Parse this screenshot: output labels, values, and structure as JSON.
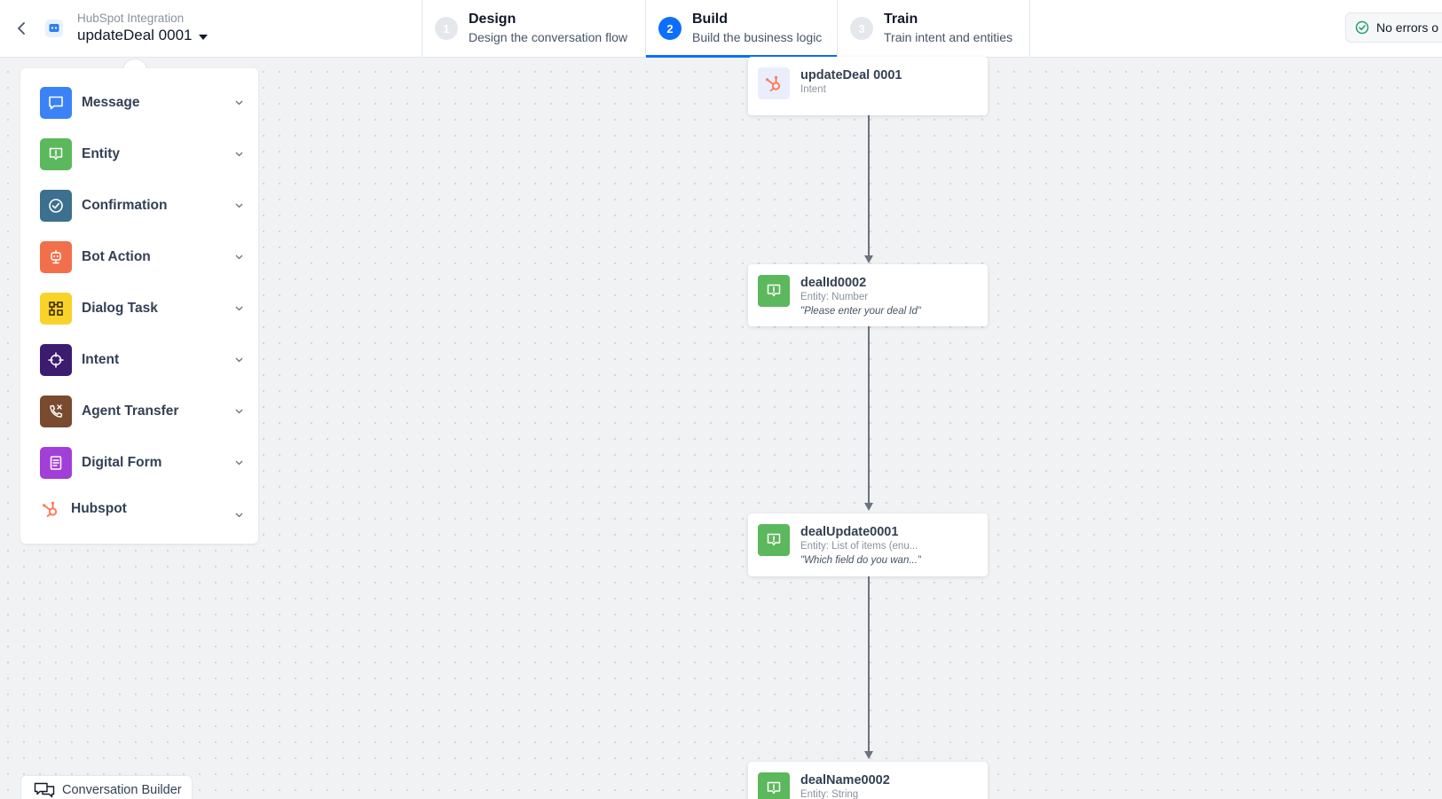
{
  "header": {
    "subtitle": "HubSpot Integration",
    "title": "updateDeal 0001",
    "steps": [
      {
        "num": "1",
        "title": "Design",
        "desc": "Design the conversation flow",
        "active": false
      },
      {
        "num": "2",
        "title": "Build",
        "desc": "Build the business logic",
        "active": true
      },
      {
        "num": "3",
        "title": "Train",
        "desc": "Train intent and entities",
        "active": false
      }
    ],
    "status": "No errors o"
  },
  "panel": {
    "items": [
      {
        "label": "Message",
        "icon": "message-icon",
        "color": "#3b82f6"
      },
      {
        "label": "Entity",
        "icon": "entity-icon",
        "color": "#5cb85c"
      },
      {
        "label": "Confirmation",
        "icon": "confirmation-icon",
        "color": "#3d6f8e"
      },
      {
        "label": "Bot Action",
        "icon": "bot-action-icon",
        "color": "#f26f4b"
      },
      {
        "label": "Dialog Task",
        "icon": "dialog-task-icon",
        "color": "#f9d32a"
      },
      {
        "label": "Intent",
        "icon": "intent-icon",
        "color": "#3b1c6e"
      },
      {
        "label": "Agent Transfer",
        "icon": "agent-transfer-icon",
        "color": "#7a4a2e"
      },
      {
        "label": "Digital Form",
        "icon": "digital-form-icon",
        "color": "#a23fd6"
      },
      {
        "label": "Hubspot",
        "icon": "hubspot-icon",
        "color": "#ff7a59"
      }
    ]
  },
  "flow": {
    "nodes": [
      {
        "title": "updateDeal 0001",
        "sub": "Intent",
        "prompt": "",
        "icon": "hubspot-icon"
      },
      {
        "title": "dealId0002",
        "sub": "Entity: Number",
        "prompt": "\"Please enter your deal Id\"",
        "icon": "entity-icon"
      },
      {
        "title": "dealUpdate0001",
        "sub": "Entity: List of items (enu...",
        "prompt": "\"Which field do you wan...\"",
        "icon": "entity-icon"
      },
      {
        "title": "dealName0002",
        "sub": "Entity: String",
        "prompt": "",
        "icon": "entity-icon"
      }
    ]
  },
  "bottom_tab": {
    "label": "Conversation Builder",
    "icon": "conversation-builder-icon"
  },
  "colors": {
    "accent": "#0d6efd",
    "entity_green": "#5cb85c",
    "hubspot_orange": "#ff7a59"
  }
}
